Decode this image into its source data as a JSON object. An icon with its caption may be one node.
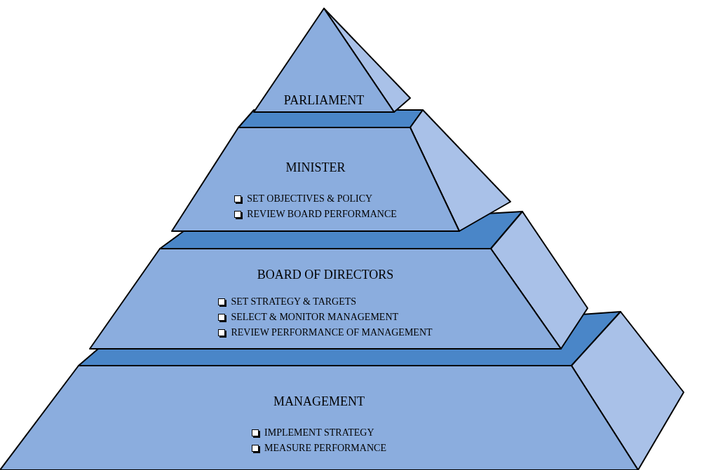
{
  "diagram": {
    "nodes": [
      {
        "text": [
          "PARLIAMENT"
        ]
      },
      {
        "text": [
          "MINISTER",
          "SET OBJECTIVES & POLICY",
          "REVIEW BOARD PERFORMANCE"
        ]
      },
      {
        "text": [
          "BOARD OF DIRECTORS",
          "SET STRATEGY & TARGETS",
          "SELECT & MONITOR MANAGEMENT",
          "REVIEW PERFORMANCE OF MANAGEMENT"
        ]
      },
      {
        "text": [
          "MANAGEMENT",
          "IMPLEMENT STRATEGY",
          "MEASURE PERFORMANCE"
        ]
      }
    ]
  }
}
